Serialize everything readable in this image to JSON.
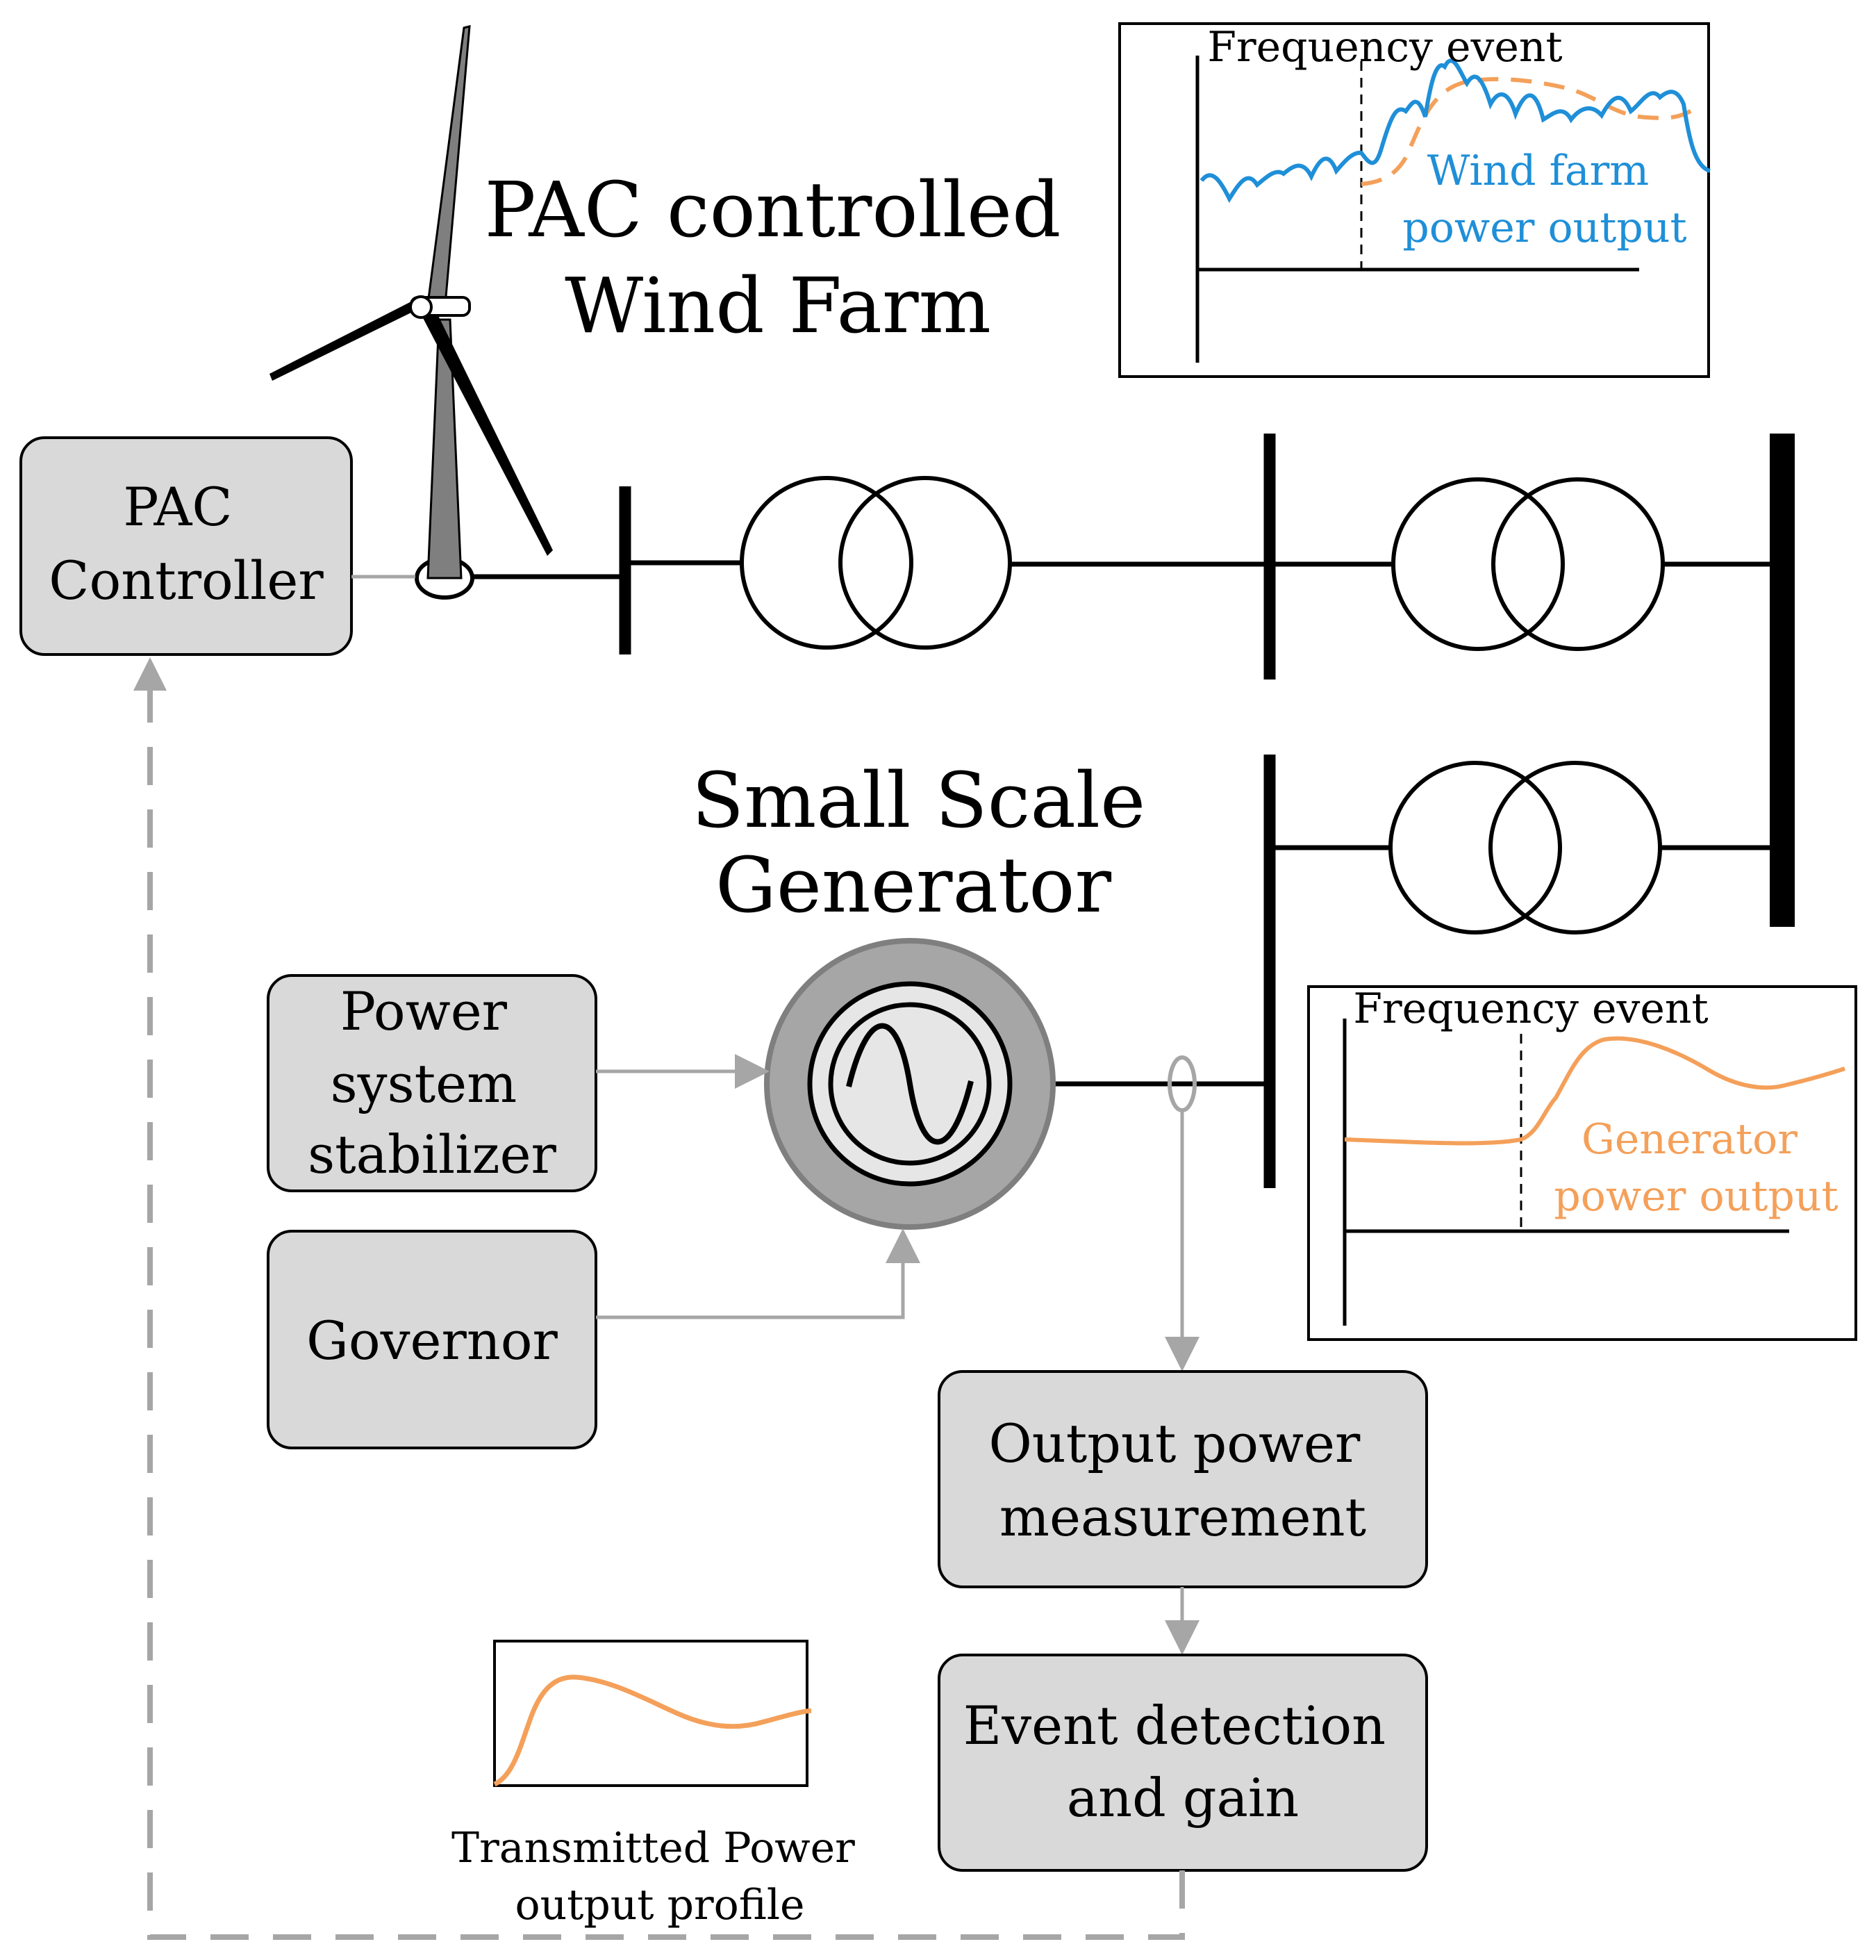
{
  "title_wind_farm": [
    "PAC controlled",
    "Wind Farm"
  ],
  "title_generator": [
    "Small Scale",
    "Generator"
  ],
  "blocks": {
    "pac_controller": [
      "PAC",
      "Controller"
    ],
    "power_system_stabilizer": [
      "Power",
      "system",
      "stabilizer"
    ],
    "governor": [
      "Governor"
    ],
    "output_power_measurement": [
      "Output power",
      "measurement"
    ],
    "event_detection": [
      "Event detection",
      "and gain"
    ]
  },
  "wind_plot": {
    "event_label": "Frequency event",
    "series_label": [
      "Wind farm",
      "power output"
    ],
    "series_color": "#1f8fd8",
    "reference_color": "#f4a05a"
  },
  "generator_plot": {
    "event_label": "Frequency event",
    "series_label": [
      "Generator",
      "power output"
    ],
    "series_color": "#f4a05a"
  },
  "profile_plot": {
    "caption": [
      "Transmitted Power",
      "output profile"
    ],
    "series_color": "#f4a05a"
  },
  "colors": {
    "block_fill": "#d9d9d9",
    "signal_gray": "#a6a6a6",
    "turbine_gray": "#7f7f7f"
  },
  "icons": [
    "wind-turbine-icon",
    "ac-generator-icon",
    "transformer-icon",
    "current-sensor-icon"
  ]
}
